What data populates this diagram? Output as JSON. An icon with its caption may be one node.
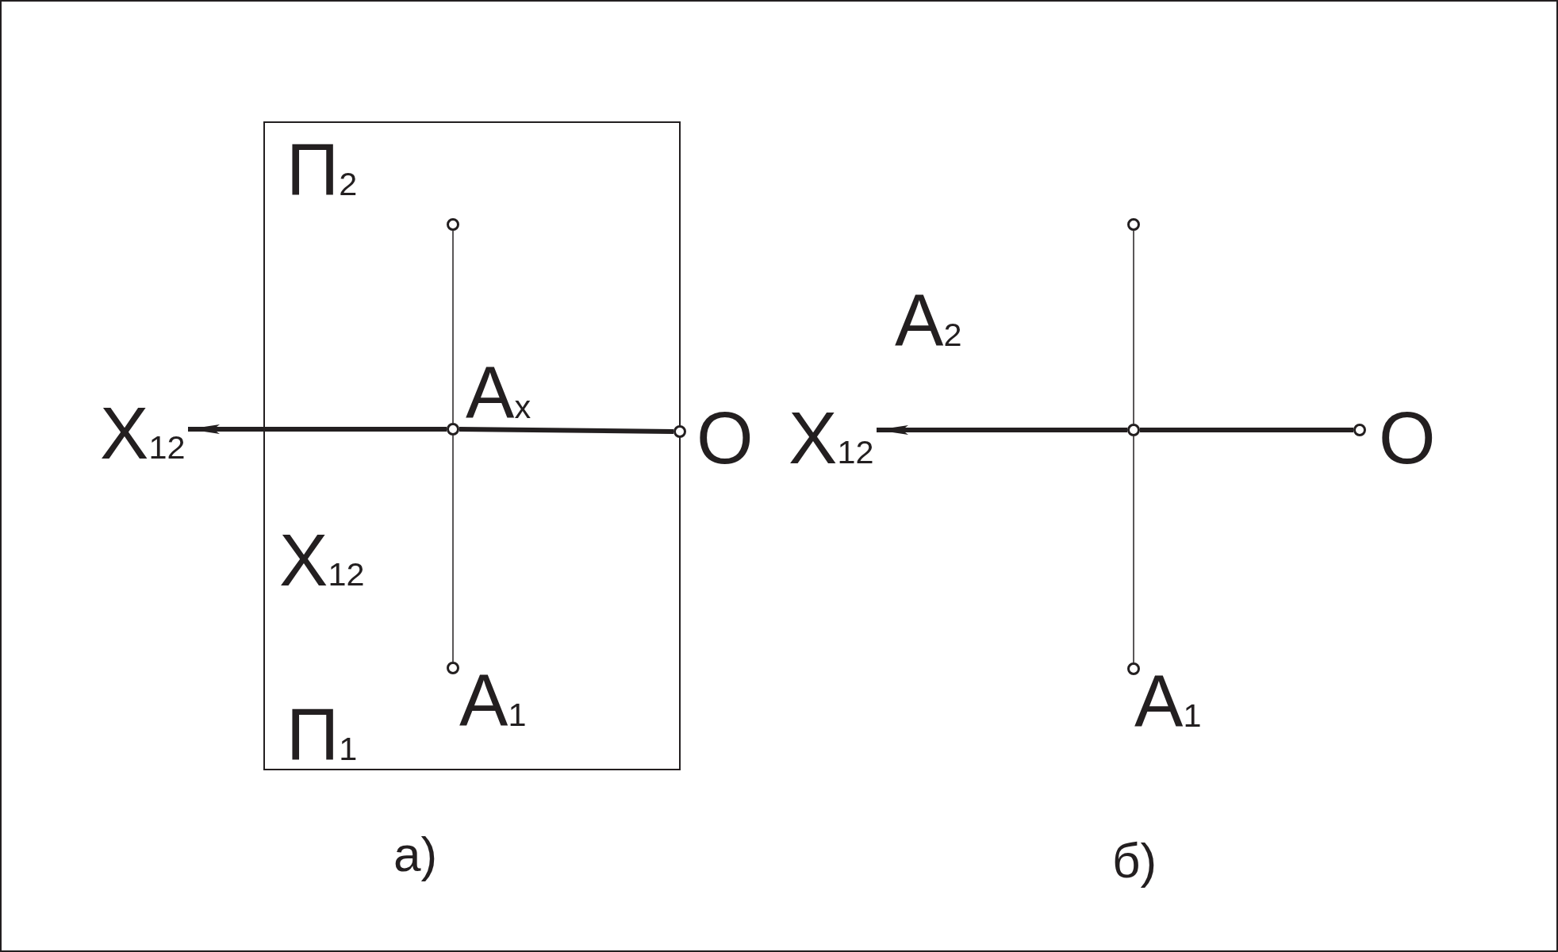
{
  "diagram": {
    "nodes": [
      {
        "text": [
          "П$_{2}$",
          "X$_{12}$",
          "П$_{1}$"
        ]
      },
      {
        "text": [],
        "shape": "circle",
        "in": 0
      },
      {
        "text": [
          "A$_{x}$"
        ],
        "in": 0
      },
      {
        "text": [
          "A$_{1}$"
        ],
        "in": 0
      },
      {
        "text": [
          "O"
        ]
      },
      {
        "text": [
          "X$_{12}$"
        ]
      },
      {
        "text": [],
        "shape": "circle"
      },
      {
        "text": [],
        "shape": "circle"
      },
      {
        "text": [
          "A$_{1}$"
        ]
      },
      {
        "text": [
          "O"
        ]
      },
      {
        "text": [
          "X$_{12}$"
        ]
      }
    ],
    "edges": [
      {
        "from": 1,
        "to": 2,
        "arrow": "none"
      },
      {
        "from": 2,
        "to": 3,
        "arrow": "none"
      },
      {
        "from": 4,
        "to": 2,
        "arrow": "none",
        "style": "thick"
      },
      {
        "from": 2,
        "to": 5,
        "arrow": "to",
        "style": "thick"
      },
      {
        "from": 6,
        "to": 7,
        "arrow": "none"
      },
      {
        "from": 7,
        "to": 8,
        "arrow": "none"
      },
      {
        "from": 9,
        "to": 7,
        "arrow": "none",
        "style": "thick"
      },
      {
        "from": 7,
        "to": 10,
        "arrow": "to",
        "style": "thick"
      }
    ],
    "labels": [
      "A$_{2}$",
      "а)",
      "б)"
    ]
  }
}
